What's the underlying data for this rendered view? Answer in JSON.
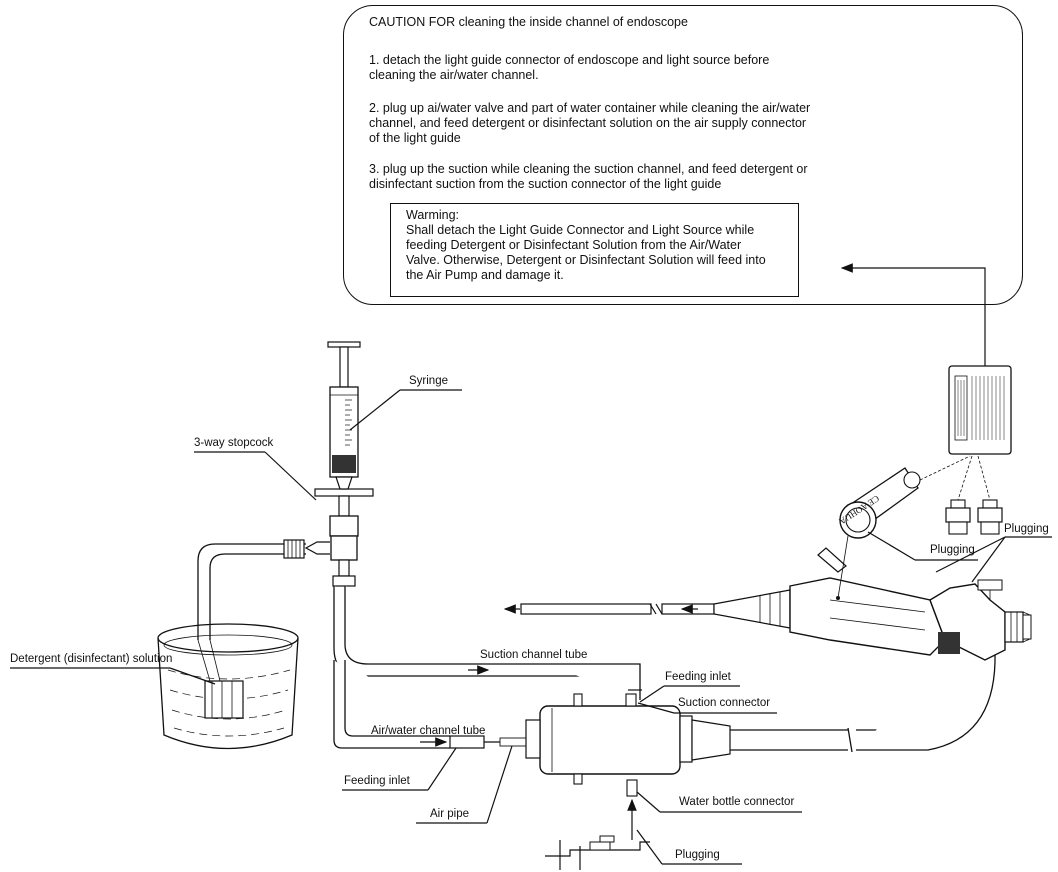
{
  "caution": {
    "title": "CAUTION FOR cleaning the inside channel of endoscope",
    "item1_line1": "1. detach the light guide connector of endoscope and light source before",
    "item1_line2": "cleaning the air/water channel.",
    "item2_line1": "2. plug up ai/water valve and part of water container while cleaning the air/water",
    "item2_line2": "channel, and feed detergent or disinfectant solution on the air supply connector",
    "item2_line3": "of the light guide",
    "item3_line1": "3. plug up the suction while cleaning the suction channel, and feed detergent or",
    "item3_line2": "disinfectant suction from the suction connector of the light guide"
  },
  "warning": {
    "title": "Warming:",
    "line1": "Shall detach the Light Guide Connector and Light Source while",
    "line2": "feeding Detergent or Disinfectant Solution from the Air/Water",
    "line3": "Valve. Otherwise, Detergent or Disinfectant Solution will feed into",
    "line4": "the Air Pump and damage it."
  },
  "labels": {
    "syringe": "Syringe",
    "stopcock": "3-way stopcock",
    "detergent": "Detergent (disinfectant) solution",
    "plugging_cap": "Plugging",
    "plugging_right": "Plugging",
    "suction_tube": "Suction channel tube",
    "feeding_inlet_top": "Feeding inlet",
    "suction_connector": "Suction connector",
    "air_water_tube": "Air/water channel tube",
    "feeding_inlet_bottom": "Feeding inlet",
    "air_pipe": "Air pipe",
    "water_bottle_connector": "Water bottle connector",
    "plugging_bottom": "Plugging"
  },
  "cap_text": "CE AOHUA"
}
